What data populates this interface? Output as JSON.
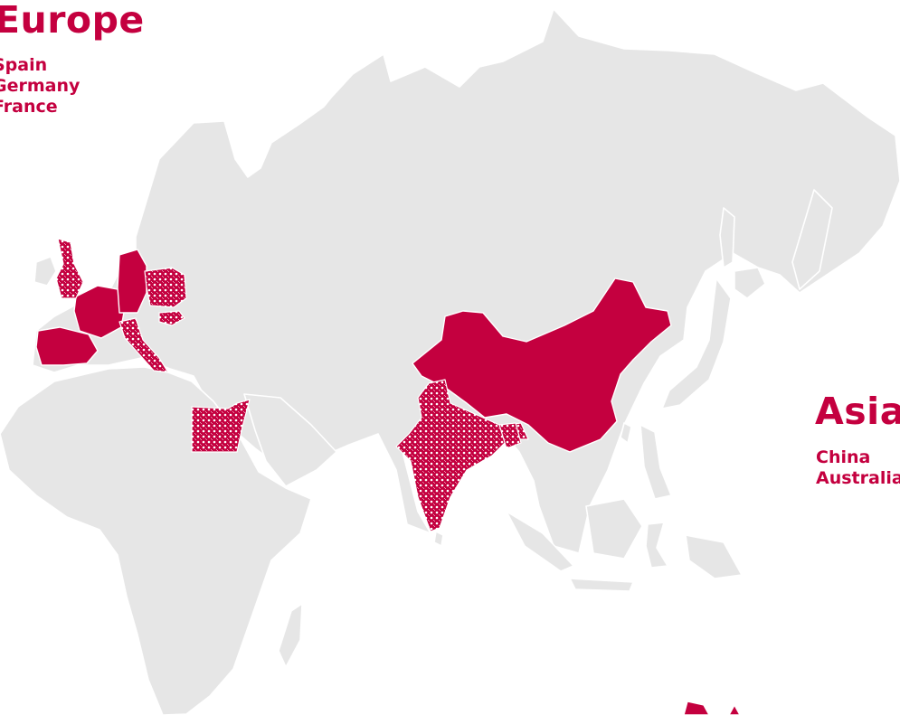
{
  "colors": {
    "land": "#e6e6e6",
    "border": "#ffffff",
    "highlight": "#c4003f"
  },
  "regions": [
    {
      "name": "Europe",
      "countries": [
        "Spain",
        "Germany",
        "France"
      ]
    },
    {
      "name": "Asia",
      "countries": [
        "China",
        "Australia"
      ]
    }
  ],
  "highlighted_countries": {
    "solid": [
      "Spain",
      "France",
      "Germany",
      "China"
    ],
    "hatched": [
      "United Kingdom",
      "Poland",
      "Italy",
      "Hungary",
      "Egypt",
      "India",
      "Bangladesh"
    ]
  }
}
